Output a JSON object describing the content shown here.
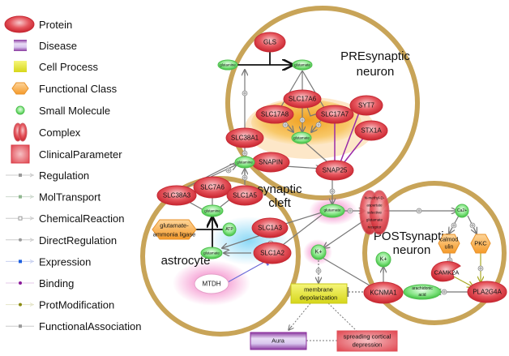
{
  "legend": [
    {
      "label": "Protein",
      "icon": "protein-ellipse-icon"
    },
    {
      "label": "Disease",
      "icon": "disease-rect-icon"
    },
    {
      "label": "Cell Process",
      "icon": "cell-process-rect-icon"
    },
    {
      "label": "Functional Class",
      "icon": "functional-class-hexagon-icon"
    },
    {
      "label": "Small Molecule",
      "icon": "small-molecule-circle-icon"
    },
    {
      "label": "Complex",
      "icon": "complex-icon"
    },
    {
      "label": "ClinicalParameter",
      "icon": "clinical-parameter-icon"
    },
    {
      "label": "Regulation",
      "icon": "regulation-edge-icon"
    },
    {
      "label": "MolTransport",
      "icon": "moltransport-edge-icon"
    },
    {
      "label": "ChemicalReaction",
      "icon": "chemicalreaction-edge-icon"
    },
    {
      "label": "DirectRegulation",
      "icon": "directregulation-edge-icon"
    },
    {
      "label": "Expression",
      "icon": "expression-edge-icon"
    },
    {
      "label": "Binding",
      "icon": "binding-edge-icon"
    },
    {
      "label": "ProtModification",
      "icon": "protmodification-edge-icon"
    },
    {
      "label": "FunctionalAssociation",
      "icon": "functionalassociation-edge-icon"
    }
  ],
  "colors": {
    "protein": "#e0454f",
    "small_molecule": "#7ee07e",
    "functional_class": "#f5a742",
    "cell_process": "#e8e830",
    "disease": "#9b4fb0",
    "membrane": "#c8a458",
    "binding": "#8a1a9a",
    "expression": "#1b5fe0",
    "protmod": "#a8a820"
  },
  "regions": {
    "presynaptic": [
      "PREsynaptic",
      "neuron"
    ],
    "synaptic_cleft": [
      "synaptic",
      "cleft"
    ],
    "astrocyte": "astrocyte",
    "postsynaptic": [
      "POSTsynaptic",
      "neuron"
    ]
  },
  "nodes": {
    "gls": "GLS",
    "glutamine_pre": "glutamine",
    "glutamate_pre": "glutamate",
    "slc17a6": "SLC17A6",
    "slc17a8": "SLC17A8",
    "slc17a7": "SLC17A7",
    "glutamate_vesicle": "glutamate",
    "syt7": "SYT7",
    "stx1a": "STX1A",
    "slc38a1": "SLC38A1",
    "snapin": "SNAPIN",
    "snap25": "SNAP25",
    "glutamine_cleft": "glutamine",
    "slc38a3": "SLC38A3",
    "slc7a6": "SLC7A6",
    "slc1a5": "SLC1A5",
    "glutamine_astro": "glutamine",
    "glul": [
      "glutamate-",
      "ammonia ligase"
    ],
    "atp": "ATP",
    "glutamate_astro": "glutamate",
    "slc1a3": "SLC1A3",
    "slc1a2": "SLC1A2",
    "mtdh": "MTDH",
    "glutamate_cleft": "glutamate",
    "nmda": [
      "N-methyl-D-",
      "aspartate",
      "selective",
      "glutamate",
      "receptor"
    ],
    "ca2": "Ca2+",
    "calmodulin": [
      "calmod",
      "ulin"
    ],
    "pkc": "PKC",
    "camk2a": "CAMK2A",
    "kplus_cleft": "K+",
    "kplus_post": "K+",
    "kcnma1": "KCNMA1",
    "arachidonic": [
      "arachidonic",
      "acid"
    ],
    "pla2g4a": "PLA2G4A",
    "membrane_depol": [
      "membrane",
      "depolarization"
    ],
    "aura": "Aura",
    "scd": [
      "spreading cortical",
      "depression"
    ]
  }
}
